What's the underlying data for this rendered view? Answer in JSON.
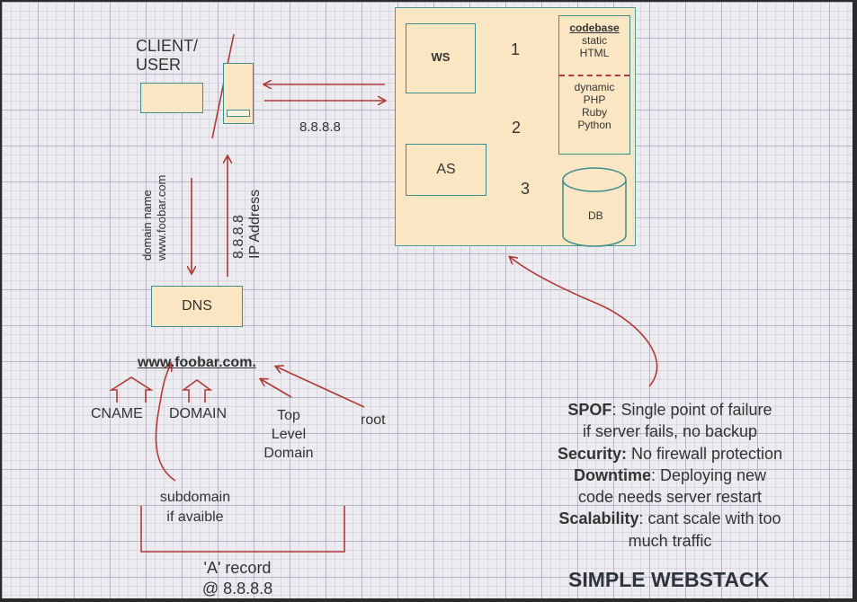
{
  "client": {
    "title_line1": "CLIENT/",
    "title_line2": "USER"
  },
  "ip_label": "8.8.8.8",
  "dns_query": {
    "line1": "domain name",
    "line2": "www.foobar.com"
  },
  "dns_answer": {
    "line1": "8.8.8.8",
    "line2": "IP Address"
  },
  "dns_box": "DNS",
  "server": {
    "ws": "WS",
    "as": "AS",
    "db": "DB",
    "codebase_title": "codebase",
    "static_lines": [
      "static",
      "HTML"
    ],
    "dynamic_lines": [
      "dynamic",
      "PHP",
      "Ruby",
      "Python"
    ],
    "flow_numbers": [
      "1",
      "2",
      "3"
    ]
  },
  "domain_breakdown": {
    "domain": "www.foobar.com.",
    "cname": "CNAME",
    "domain_label": "DOMAIN",
    "tld_lines": [
      "Top",
      "Level",
      "Domain"
    ],
    "root": "root",
    "subdomain_lines": [
      "subdomain",
      "if avaible"
    ],
    "a_record_lines": [
      "'A' record",
      "@ 8.8.8.8"
    ]
  },
  "issues": [
    {
      "key": "SPOF",
      "text": ": Single point of failure"
    },
    {
      "key": "",
      "text": "if server fails, no backup"
    },
    {
      "key": "Security:",
      "text": " No firewall protection"
    },
    {
      "key": "Downtime",
      "text": ": Deploying new"
    },
    {
      "key": "",
      "text": "code needs server restart"
    },
    {
      "key": "Scalability",
      "text": ": cant scale with too"
    },
    {
      "key": "",
      "text": "much traffic"
    }
  ],
  "title": "SIMPLE WEBSTACK",
  "colors": {
    "box_fill": "#fbe6c4",
    "box_border": "#3d8d8d",
    "arrow": "#b03a3a",
    "grid_bg": "#ececf0"
  }
}
